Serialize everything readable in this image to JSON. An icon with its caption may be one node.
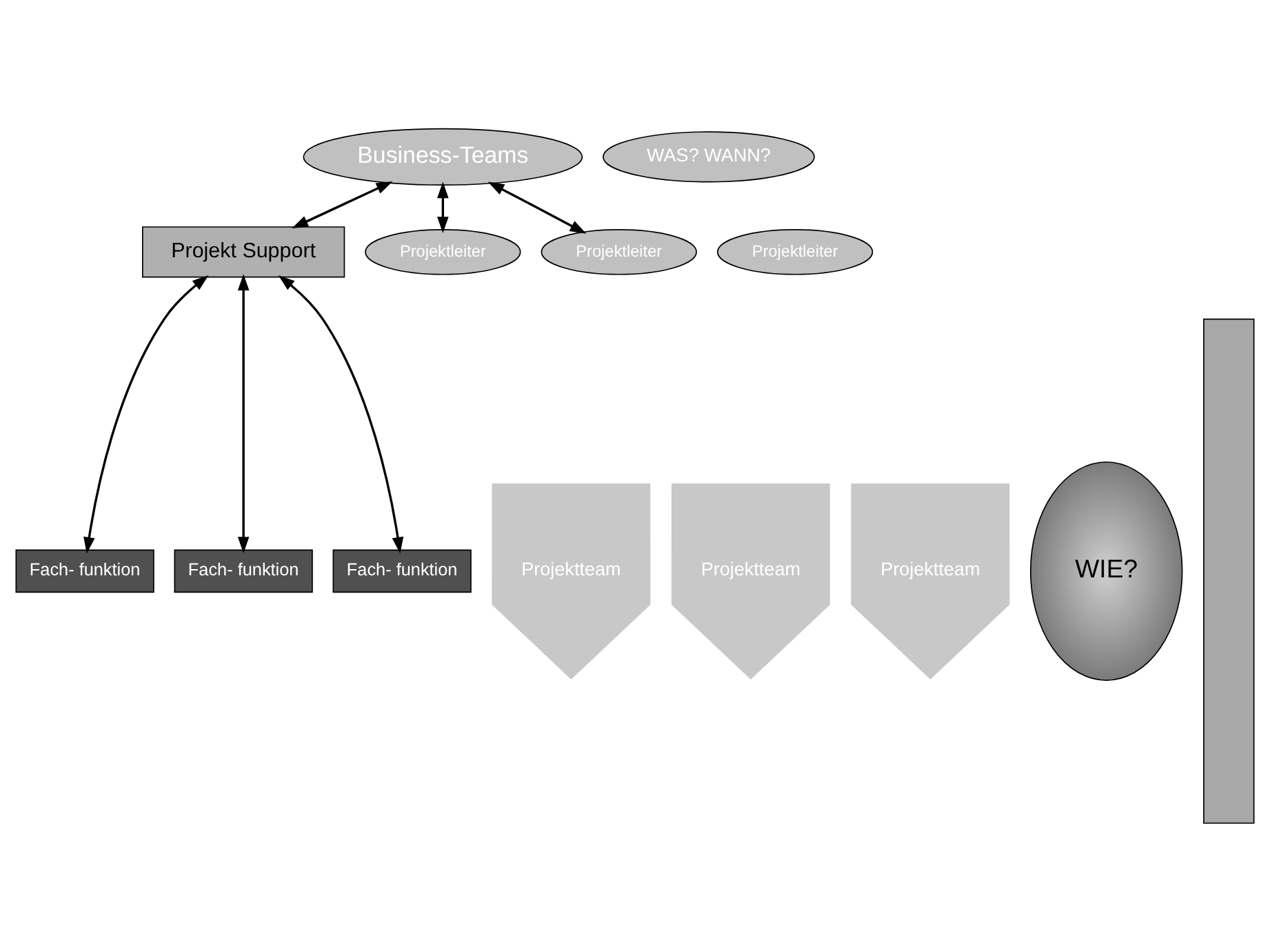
{
  "diagram": {
    "nodes": [
      {
        "text": [
          "Business-Teams"
        ]
      },
      {
        "text": [
          "Projekt Support"
        ]
      },
      {
        "text": [
          "Projektleiter"
        ]
      },
      {
        "text": [
          "Projektleiter"
        ]
      },
      {
        "text": [
          "Projektleiter"
        ]
      },
      {
        "text": [
          "Projektteam"
        ]
      },
      {
        "text": [
          "Projektteam"
        ]
      },
      {
        "text": [
          "Projektteam"
        ]
      },
      {
        "text": [
          "Fach- funktion"
        ]
      },
      {
        "text": [
          "Fach- funktion"
        ]
      },
      {
        "text": [
          "Fach- funktion"
        ]
      },
      {
        "text": [
          "WIE?"
        ]
      },
      {
        "text": [
          "WAS? WANN?"
        ]
      },
      {
        "text": [],
        "shape": "bar"
      }
    ],
    "edges": [
      {
        "from": 0,
        "to": 1,
        "arrow": "both"
      },
      {
        "from": 0,
        "to": 3,
        "arrow": "both"
      },
      {
        "from": 0,
        "to": 4,
        "arrow": "both"
      },
      {
        "from": 1,
        "to": 8,
        "arrow": "both"
      },
      {
        "from": 1,
        "to": 9,
        "arrow": "both"
      },
      {
        "from": 1,
        "to": 10,
        "arrow": "both"
      }
    ]
  }
}
